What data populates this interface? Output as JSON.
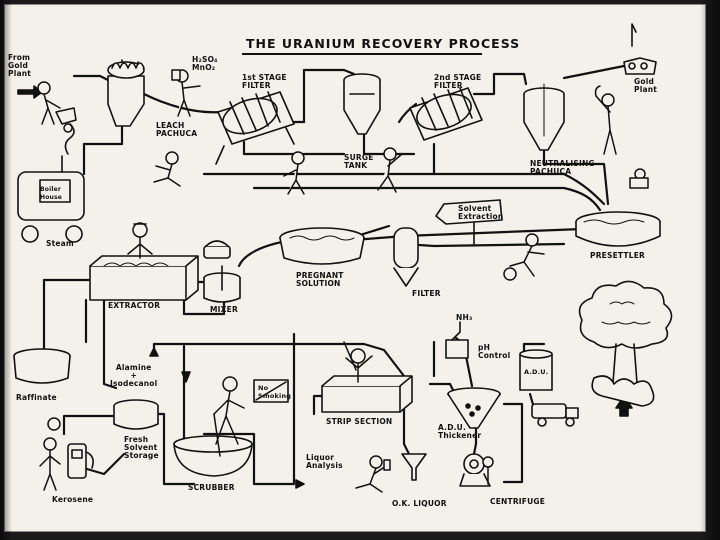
{
  "title": "THE URANIUM RECOVERY PROCESS",
  "labels": {
    "from_gold_plant": "From\nGold\nPlant",
    "h2so4_mno2": "H₂SO₄\nMnO₂",
    "leach_pachuca": "LEACH\nPACHUCA",
    "boiler": "Boiler\nHouse",
    "steam": "Steam",
    "first_filter": "1st STAGE\nFILTER",
    "surge_tank": "SURGE\nTANK",
    "second_filter": "2nd STAGE\nFILTER",
    "gold_plant": "Gold\nPlant",
    "neutralising_pachuca": "NEUTRALISING\nPACHUCA",
    "solvent_extraction": "Solvent\nExtraction",
    "presettler": "PRESETTLER",
    "pregnant_solution": "PREGNANT\nSOLUTION",
    "filter": "FILTER",
    "extractor": "EXTRACTOR",
    "mixer": "MIXER",
    "raffinate": "Raffinate",
    "alamine": "Alamine\n+\nIsodecanol",
    "fresh_solvent": "Fresh\nSolvent\nStorage",
    "kerosene": "Kerosene",
    "scrubber": "SCRUBBER",
    "no_smoking": "No\nSmoking",
    "strip_section": "STRIP SECTION",
    "liquor_analysis": "Liquor\nAnalysis",
    "ok_liquor": "O.K. LIQUOR",
    "nh3": "NH₃",
    "ph_control": "pH\nControl",
    "adu_tank": "A.D.U.",
    "adu_thickener": "A.D.U.\nThickener",
    "centrifuge": "CENTRIFUGE"
  },
  "colors": {
    "ink": "#111111",
    "paper": "#f3f1ea"
  }
}
